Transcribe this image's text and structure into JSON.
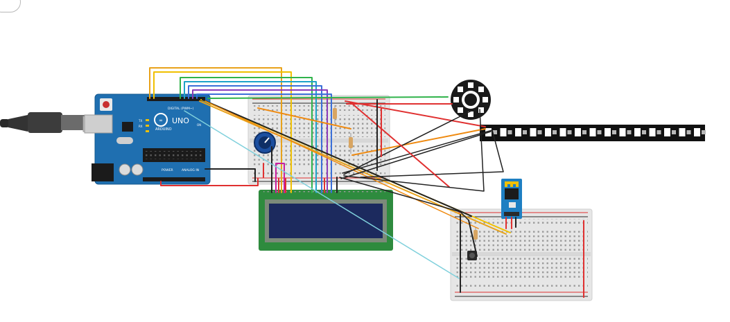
{
  "arduino": {
    "brand": "ARDUINO",
    "model": "UNO",
    "digital_label": "DIGITAL (PWM~)",
    "power_label": "POWER",
    "analog_label": "ANALOG IN",
    "tx_label": "TX",
    "rx_label": "RX",
    "on_label": "ON"
  },
  "colors": {
    "board": "#1f6fb0",
    "lcd_pcb": "#2e8b3e",
    "lcd_screen": "#1c2a5e",
    "bt_module": "#1e7fc2",
    "neopixel_strip": "#111111",
    "breadboard": "#e6e6e6",
    "rail_red": "#e03030",
    "rail_blue": "#2a2a2a"
  },
  "wire_colors": [
    "#e8a21a",
    "#f0c000",
    "#2fb34a",
    "#1ea3c8",
    "#3a6fd8",
    "#8a3ab9",
    "#e03030",
    "#222222",
    "#ef8a10",
    "#7fd0dc",
    "#c81fa0"
  ]
}
